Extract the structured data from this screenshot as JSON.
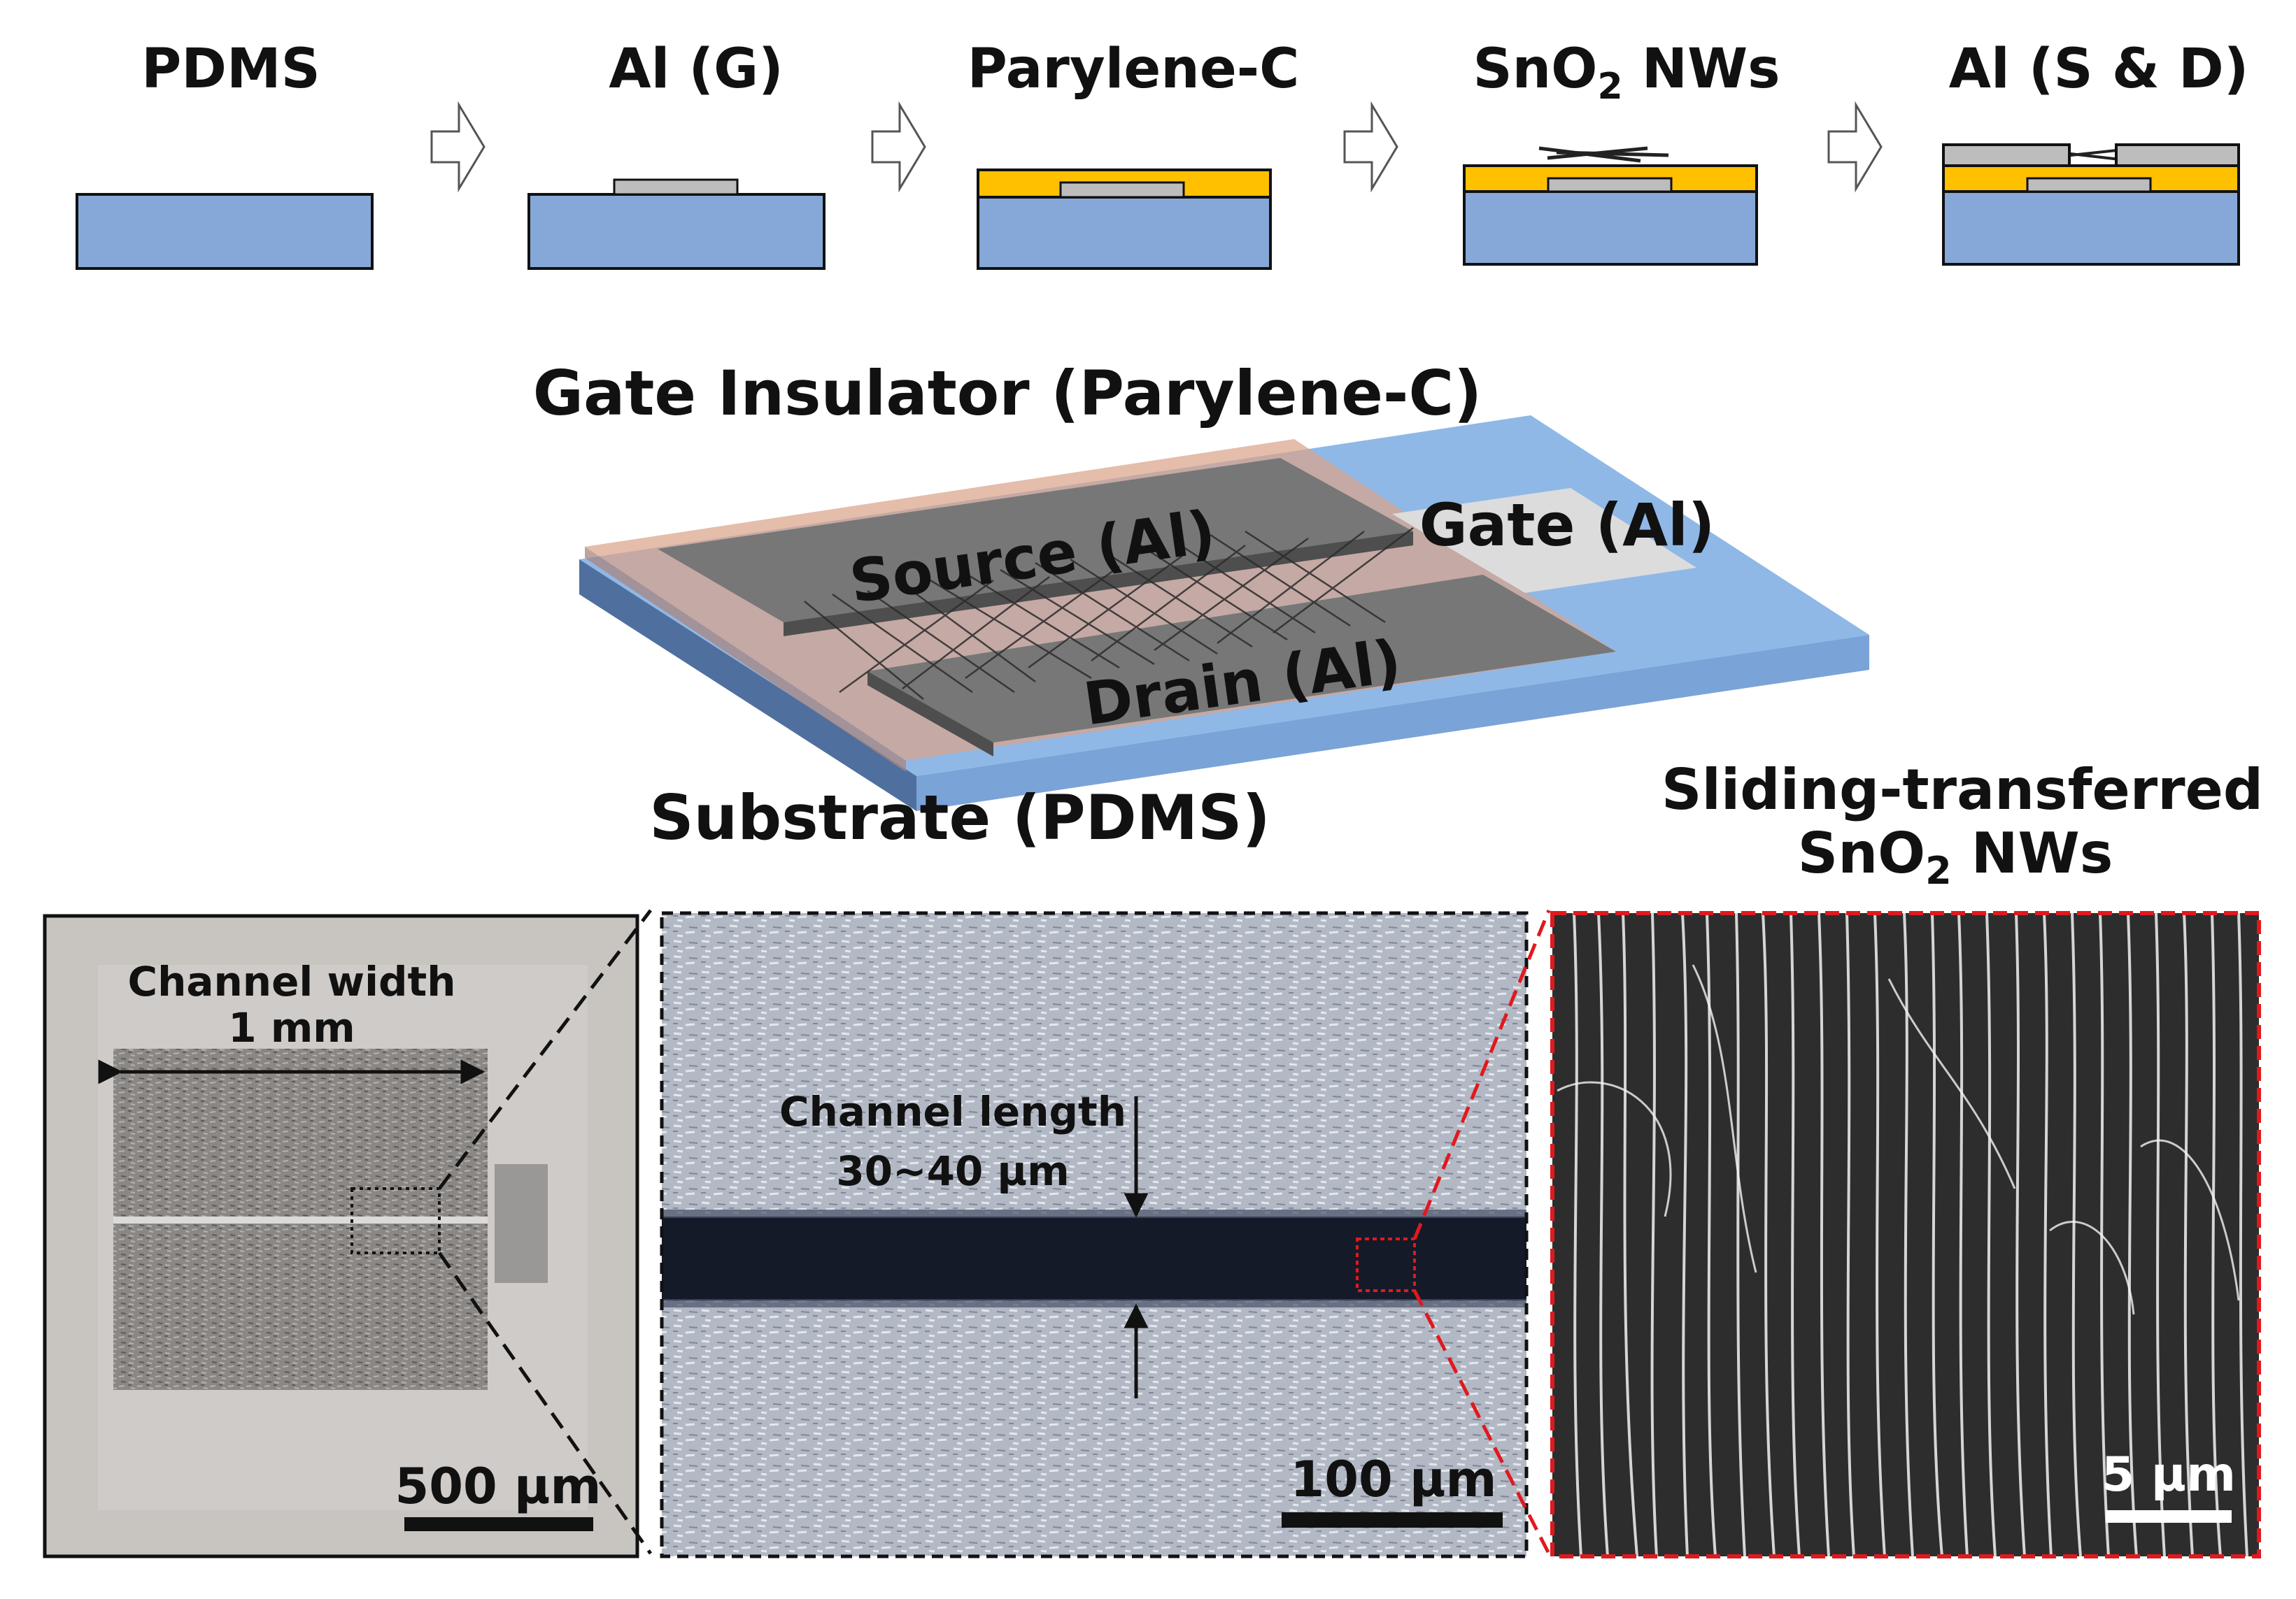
{
  "process_steps": [
    {
      "label": "PDMS"
    },
    {
      "label": "Al (G)"
    },
    {
      "label": "Parylene-C"
    },
    {
      "label": "SnO",
      "sub": "2",
      "tail": " NWs"
    },
    {
      "label": "Al (S & D)"
    }
  ],
  "device": {
    "gate_insulator_label": "Gate Insulator (Parylene-C)",
    "source_label": "Source (Al)",
    "drain_label": "Drain (Al)",
    "gate_label": "Gate (Al)",
    "substrate_label": "Substrate (PDMS)"
  },
  "photo": {
    "channel_width_label": "Channel width",
    "channel_width_value": "1 mm",
    "scale_bar": "500 µm"
  },
  "microscope": {
    "channel_length_label": "Channel length",
    "channel_length_value": "30~40 µm",
    "scale_bar": "100 µm"
  },
  "sem": {
    "title_line1": "Sliding-transferred",
    "title_line2_main": "SnO",
    "title_line2_sub": "2",
    "title_line2_tail": " NWs",
    "scale_bar": "5 µm"
  },
  "colors": {
    "pdms": "#85a8d8",
    "aluminum": "#bdbdbd",
    "parylene": "#ffc000",
    "electrode_dark": "#6f6f6f",
    "sem_border": "#e0191e"
  }
}
